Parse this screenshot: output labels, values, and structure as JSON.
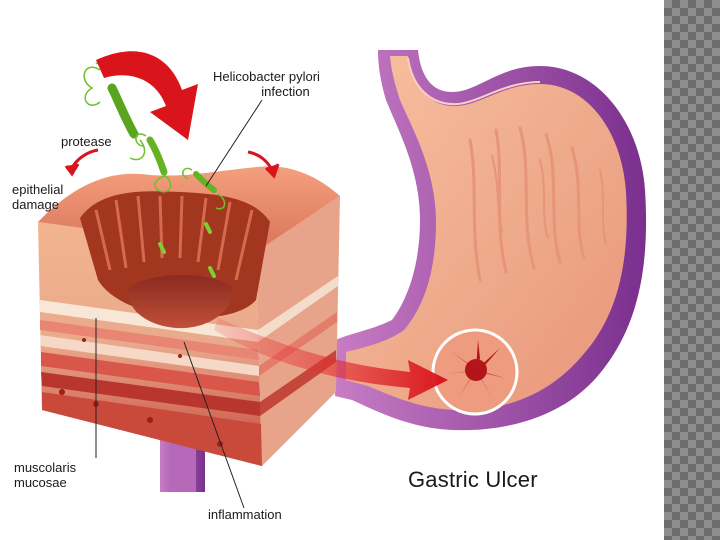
{
  "labels": {
    "hp_line1": "Helicobacter pylori",
    "hp_line2": "infection",
    "protease": "protease",
    "epi_line1": "epithelial",
    "epi_line2": "damage",
    "musc_line1": "muscolaris",
    "musc_line2": "mucosae",
    "inflammation": "inflammation"
  },
  "title": "Gastric Ulcer",
  "colors": {
    "stomach_outer": "#8a3f9a",
    "stomach_inner": "#f0a88a",
    "arrow_red": "#d9141b",
    "bacteria_green": "#6fbf2a",
    "tissue_red": "#c94a3a",
    "side_pattern": "#7d7d7d"
  }
}
